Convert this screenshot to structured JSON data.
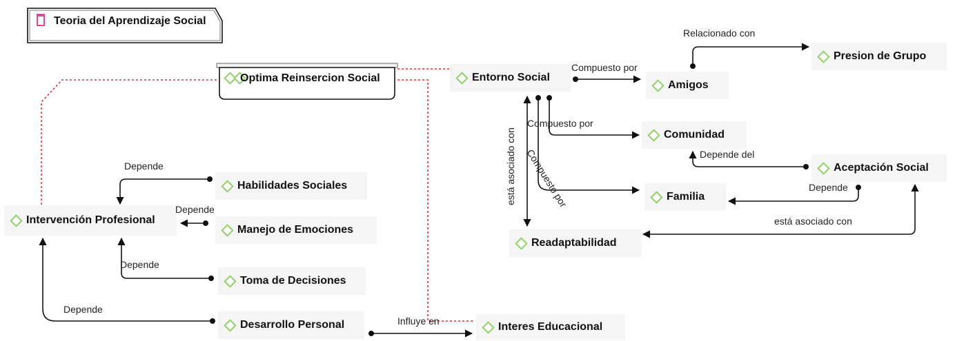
{
  "title": "Teoria del Aprendizaje Social",
  "colors": {
    "diamond": "#8fd16a",
    "note": "#e0489a",
    "dashed": "#e03030",
    "edge": "#111111"
  },
  "nodes": {
    "optima": "Optima Reinsercion Social",
    "entorno": "Entorno Social",
    "amigos": "Amigos",
    "presion": "Presion de Grupo",
    "comunidad": "Comunidad",
    "aceptacion": "Aceptación Social",
    "familia": "Familia",
    "readaptabilidad": "Readaptabilidad",
    "habilidades": "Habilidades Sociales",
    "intervencion": "Intervención Profesional",
    "manejo": "Manejo de Emociones",
    "toma": "Toma de Decisiones",
    "desarrollo": "Desarrollo Personal",
    "interes": "Interes Educacional"
  },
  "edges": {
    "relacionado": "Relacionado con",
    "compuesto_amigos": "Compuesto por",
    "compuesto_comunidad": "Compuesto por",
    "compuesto_familia": "Compuesto por",
    "asociado_vertical": "está asociado con",
    "depende_del": "Depende del",
    "depende_familia": "Depende",
    "asociado_readapt": "está asociado con",
    "depende_habilidades": "Depende",
    "depende_manejo": "Depende",
    "depende_toma": "Depende",
    "depende_desarrollo": "Depende",
    "influye": "Influye en"
  }
}
